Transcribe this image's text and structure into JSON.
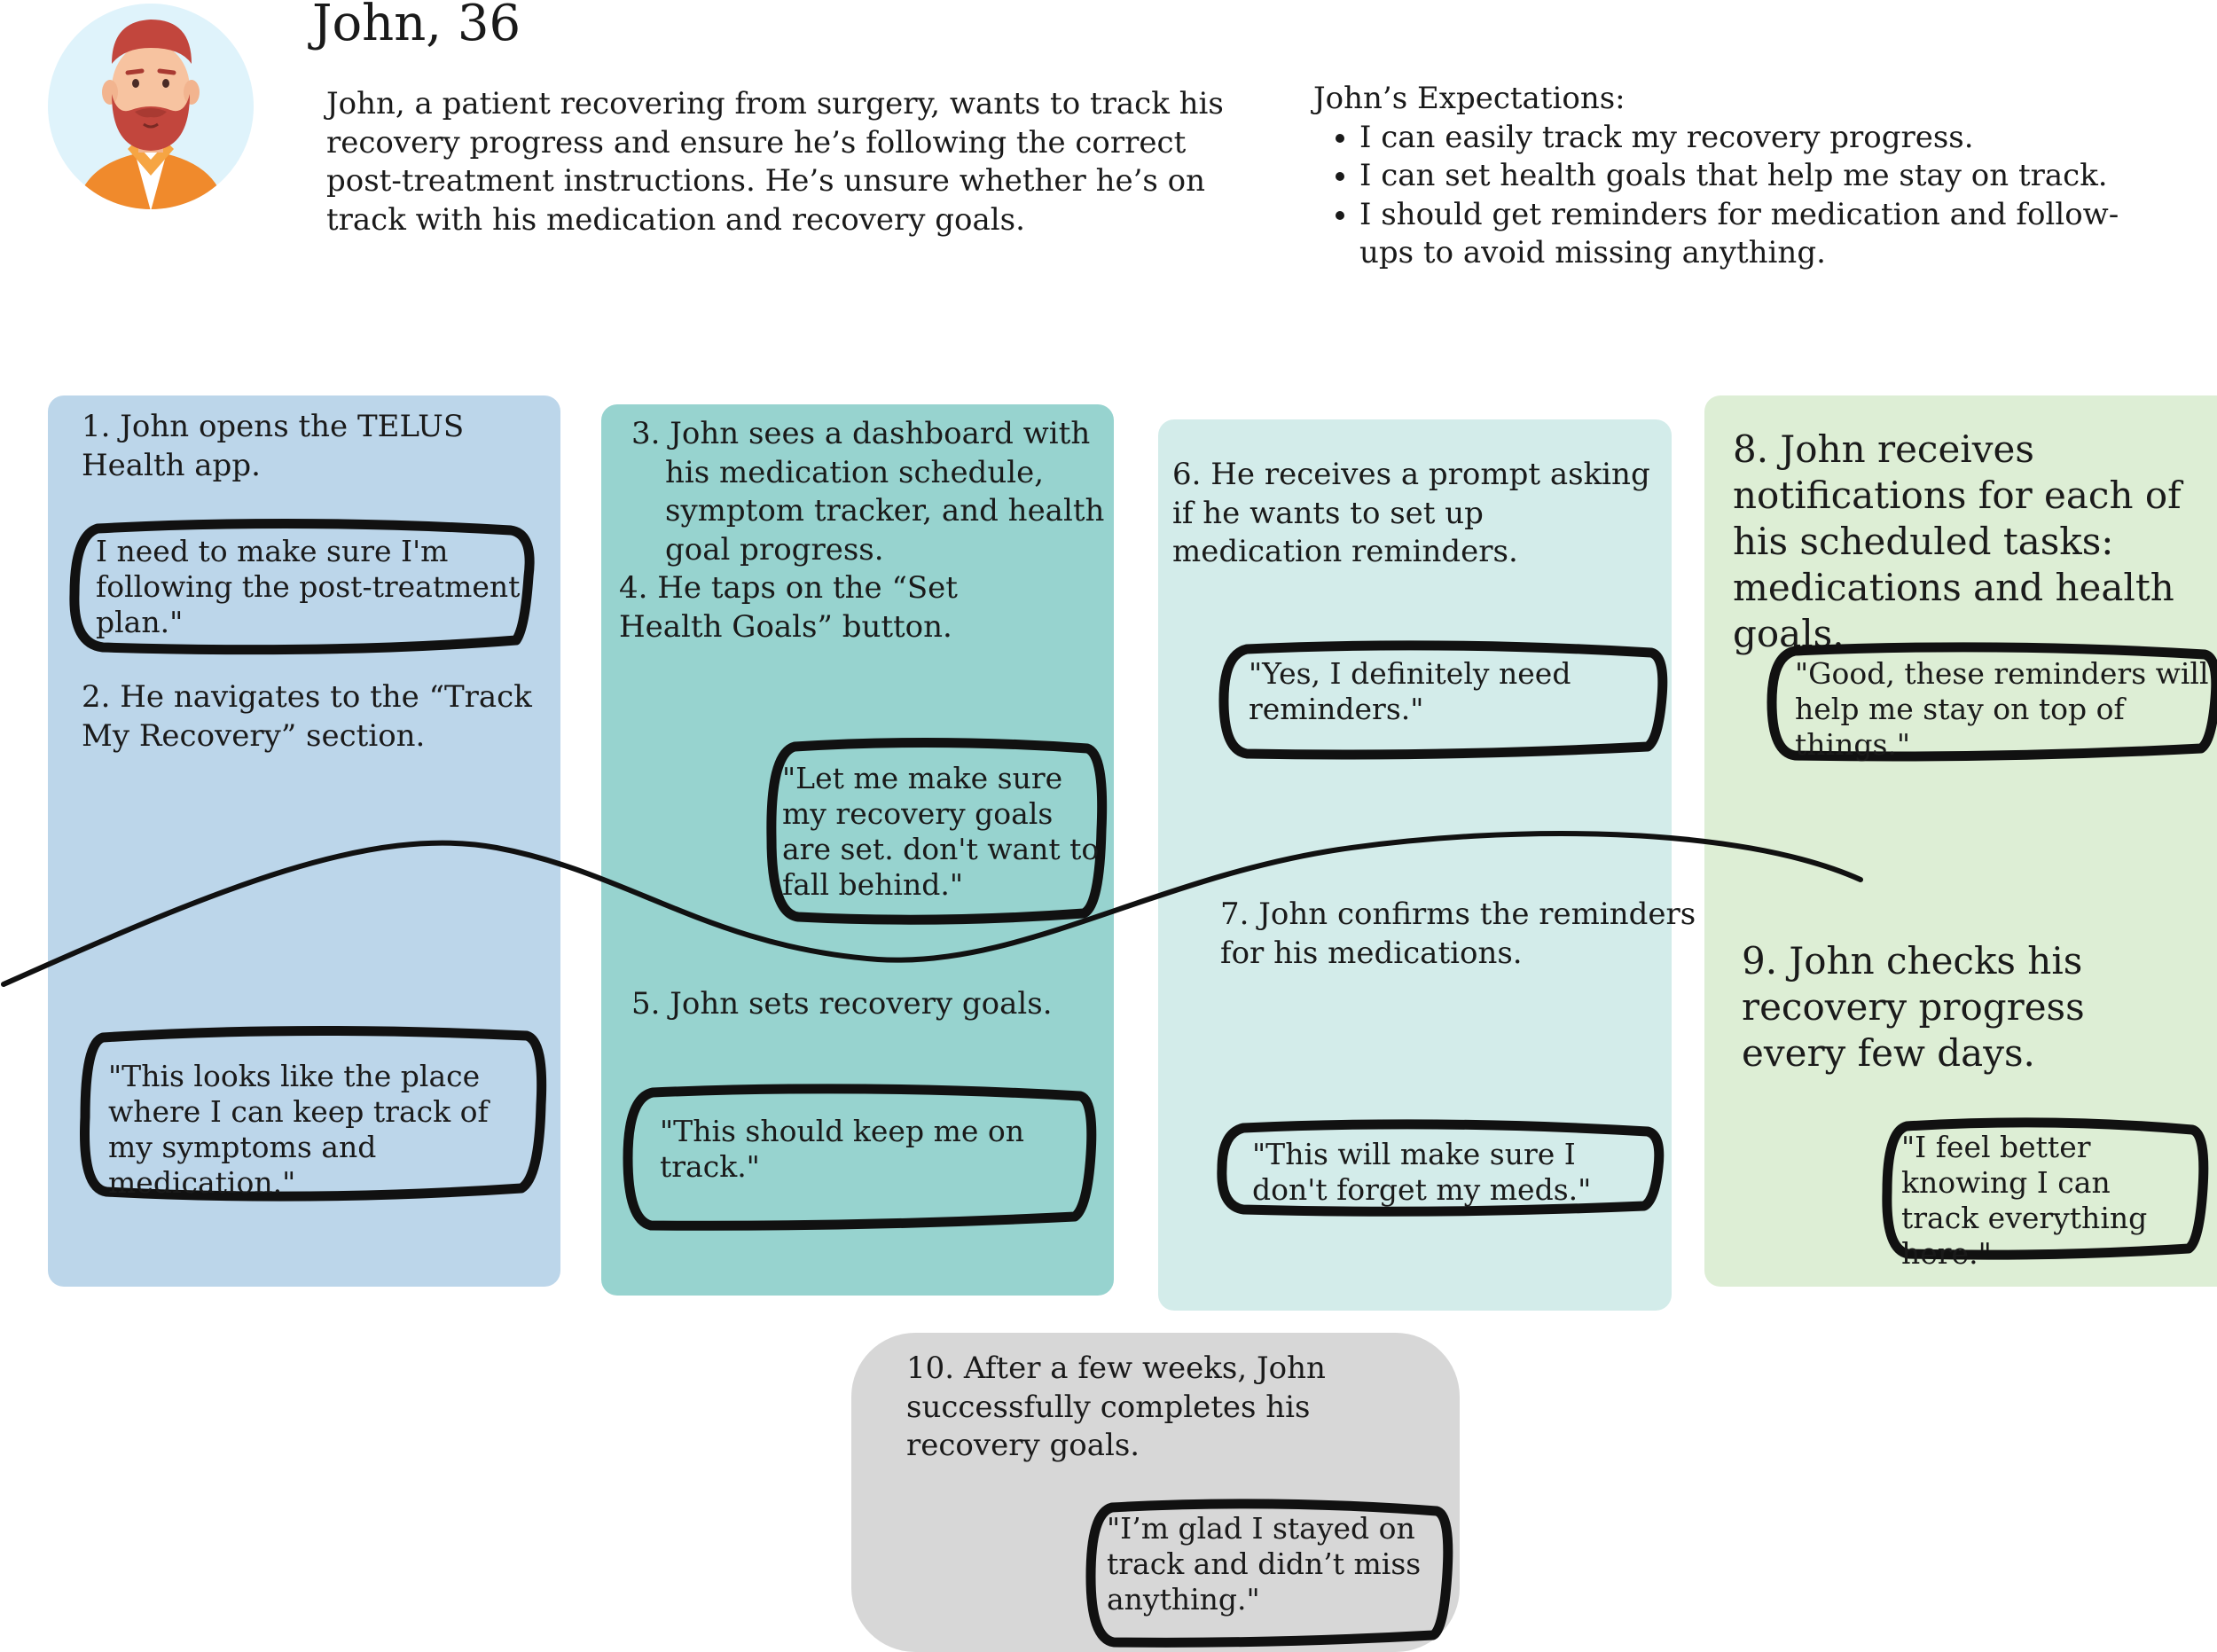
{
  "persona": {
    "name": "John, 36",
    "description": "John, a patient recovering from surgery, wants to track his recovery progress and ensure he’s following the correct post-treatment instructions. He’s unsure whether he’s on track with his medication and recovery goals."
  },
  "expectations": {
    "title": "John’s Expectations:",
    "items": [
      "I can easily track my recovery progress.",
      "I can set health goals that help me stay on track.",
      "I should get reminders for medication and follow-ups to avoid missing anything."
    ]
  },
  "steps": {
    "s1": "1. John opens the TELUS Health app.",
    "s2": "2. He navigates to the “Track My Recovery” section.",
    "s3": "3. John sees a dashboard with his medication schedule, symptom tracker, and health goal progress.",
    "s4": "4. He taps on the “Set Health Goals” button.",
    "s5": "5. John sets recovery goals.",
    "s6": "6. He receives a prompt asking if he wants to set up medication reminders.",
    "s7": "7. John confirms the reminders for his medications.",
    "s8": "8. John receives notifications for each of his scheduled tasks: medications and health goals.",
    "s9": "9. John checks his recovery progress every few days.",
    "s10": "10. After a few weeks, John successfully completes his recovery goals."
  },
  "quotes": {
    "q1": "I need to make sure I'm following the post-treatment plan.\"",
    "q2": "\"This looks like the place where I can keep track of my symptoms and medication.\"",
    "q3": "\"Let me make sure my recovery goals are set. don't want to fall behind.\"",
    "q4": "\"This should keep me on track.\"",
    "q5": "\"Yes, I definitely need reminders.\"",
    "q6": "\"This will make sure I don't forget my meds.\"",
    "q7": "\"Good, these reminders will help me stay on top of things.\"",
    "q8": "\"I feel better knowing I can track everything here.\"",
    "q9": "\"I’m glad I stayed on track and didn’t miss anything.\""
  },
  "colors": {
    "panel_1": "#bcd6ea",
    "panel_2": "#97d3cf",
    "panel_3": "#d3ecea",
    "panel_4": "#ddeed5",
    "panel_5": "#d7d7d7",
    "bubble_stroke": "#111111"
  }
}
